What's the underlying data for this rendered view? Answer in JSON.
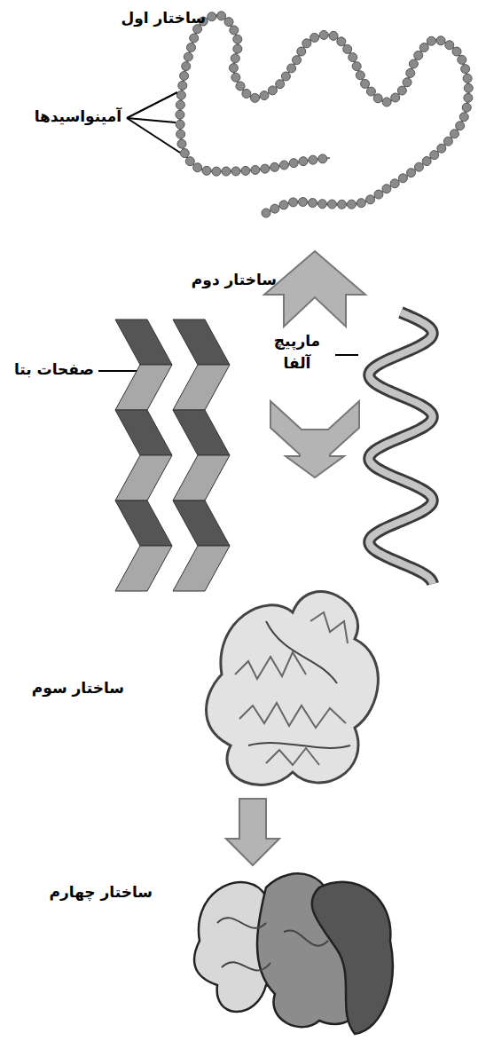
{
  "diagram": {
    "labels": [
      "ساختار اول",
      "آمینواسیدها",
      "ساختار دوم",
      "صفحات بتا",
      "مارپیچ آلفا",
      "ساختار سوم",
      "ساختار چهارم"
    ]
  }
}
